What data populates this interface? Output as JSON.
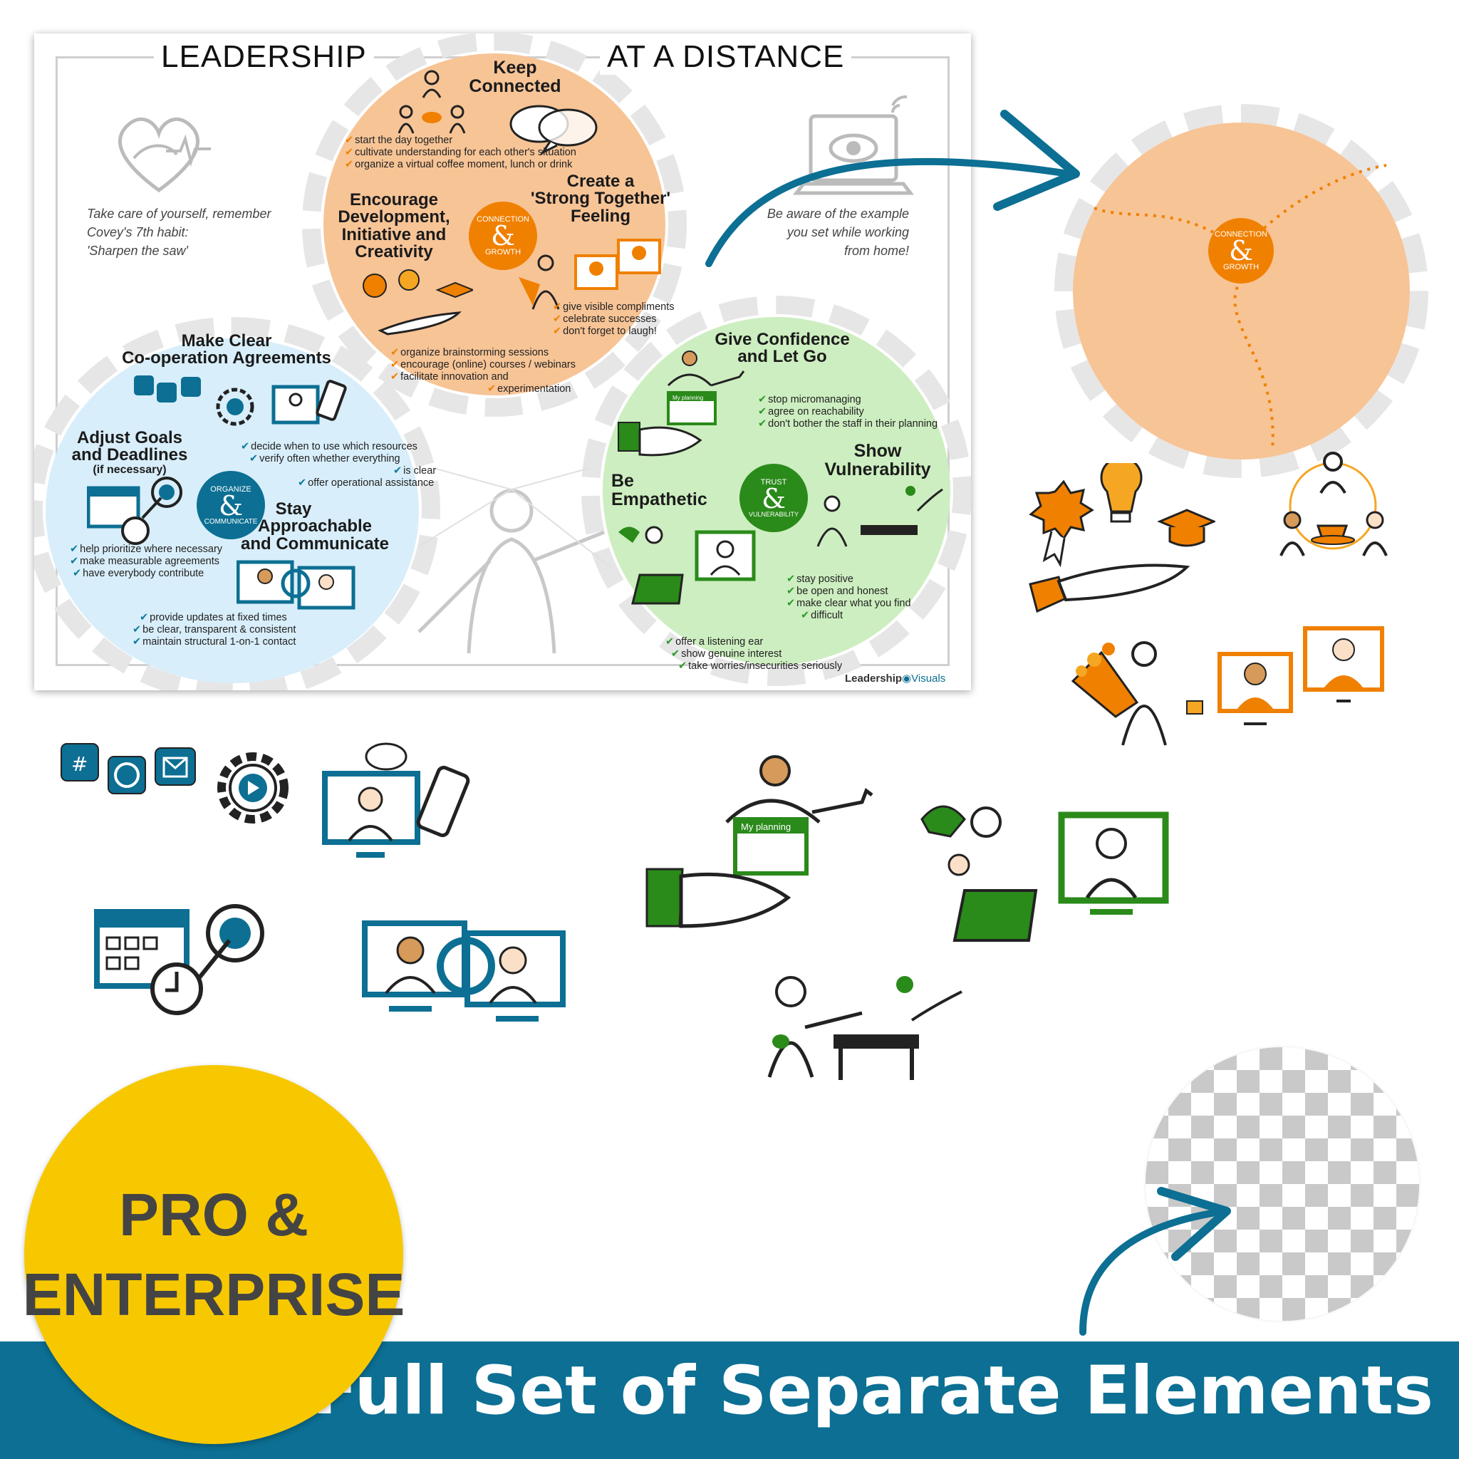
{
  "poster": {
    "title_left": "LEADERSHIP",
    "title_right": "AT A DISTANCE",
    "note_left": [
      "Take care of yourself, remember",
      "Covey's 7th habit:",
      "'Sharpen the saw'"
    ],
    "note_right": [
      "Be aware of the example",
      "you set while working",
      "from home!"
    ],
    "brand": "Leadership",
    "brand_suffix": "Visuals",
    "orange": {
      "center_top": "CONNECTION",
      "center_bottom": "GROWTH",
      "keep_title": [
        "Keep",
        "Connected"
      ],
      "keep_items": [
        "start the day together",
        "cultivate understanding for each other's situation",
        "organize a virtual coffee moment, lunch or drink"
      ],
      "encourage_title": [
        "Encourage",
        "Development,",
        "Initiative and",
        "Creativity"
      ],
      "encourage_items": [
        "organize brainstorming sessions",
        "encourage (online) courses / webinars",
        "facilitate innovation and"
      ],
      "encourage_last": "experimentation",
      "strong_title": [
        "Create a",
        "'Strong Together'",
        "Feeling"
      ],
      "strong_items": [
        "give visible compliments",
        "celebrate successes",
        "don't forget to laugh!"
      ]
    },
    "blue": {
      "center_top": "ORGANIZE",
      "center_bottom": "COMMUNICATE",
      "agree_title": [
        "Make Clear",
        "Co-operation Agreements"
      ],
      "agree_items": [
        "decide when to use which resources",
        "verify often whether everything"
      ],
      "agree_last": "is clear",
      "agree_item3": "offer operational assistance",
      "goals_title": [
        "Adjust Goals",
        "and Deadlines"
      ],
      "goals_sub": "(if necessary)",
      "goals_items": [
        "help prioritize where necessary",
        "make measurable agreements",
        "have everybody contribute"
      ],
      "approach_title": [
        "Stay",
        "Approachable",
        "and Communicate"
      ],
      "approach_items": [
        "provide updates at fixed times",
        "be clear, transparent & consistent",
        "maintain structural 1-on-1 contact"
      ]
    },
    "green": {
      "center_top": "TRUST",
      "center_bottom": "VULNERABILITY",
      "conf_title": [
        "Give Confidence",
        "and Let Go"
      ],
      "conf_items": [
        "stop micromanaging",
        "agree on reachability",
        "don't bother the staff in their planning"
      ],
      "emp_title": [
        "Be",
        "Empathetic"
      ],
      "emp_items": [
        "offer a listening ear",
        "show genuine interest",
        "take worries/insecurities seriously"
      ],
      "vul_title": [
        "Show",
        "Vulnerability"
      ],
      "vul_items": [
        "stay positive",
        "be open and honest",
        "make clear what you find"
      ],
      "vul_last": "difficult",
      "planning": "My planning"
    }
  },
  "elements": {
    "big_circle_top": "CONNECTION",
    "big_circle_bottom": "GROWTH",
    "planning_label": "My planning"
  },
  "badge": {
    "line1": "PRO &",
    "line2": "ENTERPRISE"
  },
  "banner": {
    "text": "Full Set of Separate Elements"
  },
  "colors": {
    "orange": "#f7c496",
    "orange_accent": "#f08000",
    "blue": "#d8eefa",
    "blue_accent": "#0c6f93",
    "green": "#cdeec0",
    "green_accent": "#2a8a1a",
    "badge": "#f7c800",
    "banner": "#0c6f93"
  }
}
